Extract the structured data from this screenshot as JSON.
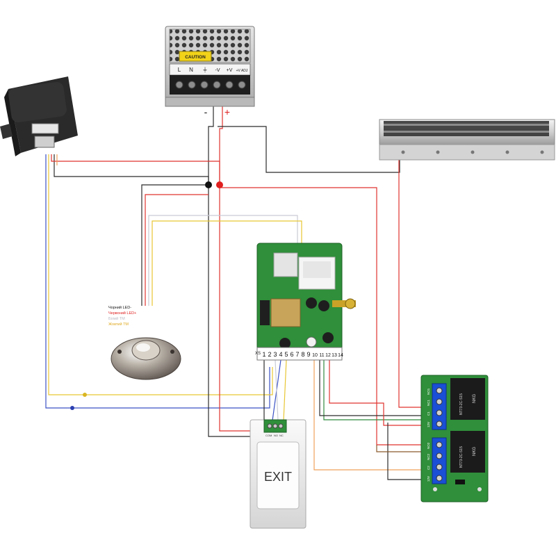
{
  "colors": {
    "wire_black": "#2b2b2b",
    "wire_red": "#e0332e",
    "wire_blue": "#3b52c4",
    "wire_yellow": "#e8c633",
    "wire_white": "#c9ccd6",
    "wire_orange": "#f0a05a",
    "wire_green": "#2f8a3c",
    "wire_brown": "#8a5a2b",
    "pcb_green": "#2f8f3a",
    "relay_blue": "#1a4fd6"
  },
  "psu": {
    "warning_text": "CAUTION",
    "terminals": [
      "L",
      "N",
      "⏚",
      "-V",
      "+V",
      "+V ADJ"
    ],
    "minus_label": "-",
    "plus_label": "+"
  },
  "reader": {
    "labels": [
      "Чорний LED-",
      "Червоний LED+",
      "Білий ТМ",
      "Жовтий ТМ"
    ]
  },
  "controller": {
    "pin_prefix": "XS",
    "pins": [
      "1",
      "2",
      "3",
      "4",
      "5",
      "6",
      "7",
      "8",
      "9",
      "10",
      "11",
      "12",
      "13",
      "14"
    ]
  },
  "relay_module": {
    "relay_model": "NT73-2C-S15",
    "relay_brand": "NKG",
    "channel1_terminals": [
      "NO1",
      "NC1",
      "C1",
      "12V"
    ],
    "channel2_terminals": [
      "NO2",
      "NC2",
      "C2",
      "12V"
    ]
  },
  "exit_button": {
    "label": "EXIT",
    "terminal_marks": [
      "COM",
      "NO",
      "NC"
    ]
  }
}
